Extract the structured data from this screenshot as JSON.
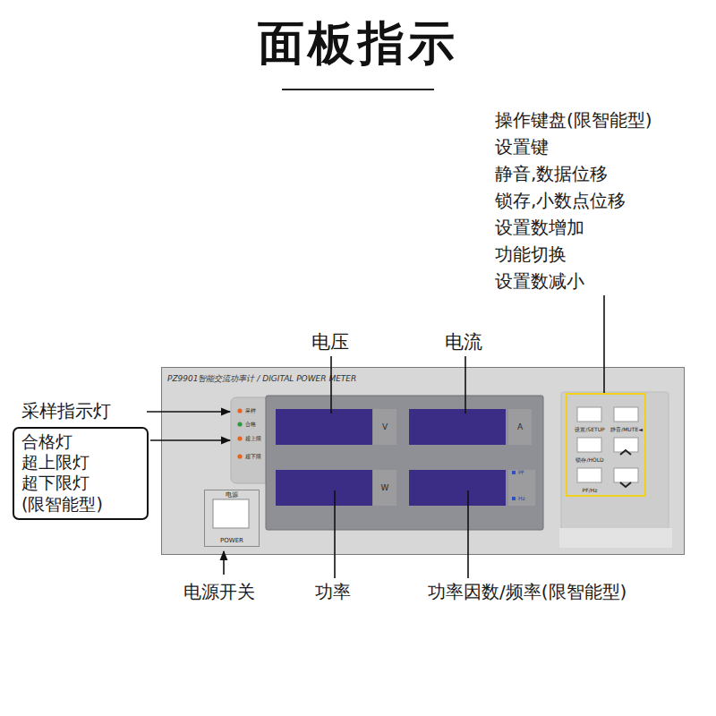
{
  "diagram": {
    "title": "面板指示",
    "nodes": [
      {
        "text": [
          "PZ9901智能交流功率计 / DIGITAL POWER METER"
        ]
      },
      {
        "text": [
          "V"
        ],
        "in": 0
      },
      {
        "text": [
          "A"
        ],
        "in": 0
      },
      {
        "text": [
          "W"
        ],
        "in": 0
      },
      {
        "text": [
          "电源",
          "POWER"
        ],
        "in": 0
      },
      {
        "text": [
          "设置/SETUP"
        ],
        "in": 0
      },
      {
        "text": [
          "静音/MUTE◄"
        ],
        "in": 0
      },
      {
        "text": [
          "锁存/HOLD"
        ],
        "in": 0
      },
      {
        "text": [
          "PF/Hz"
        ],
        "in": 0
      },
      {
        "text": [
          "合格灯 超上限灯 超下限灯 (限智能型)"
        ]
      }
    ],
    "labels": [
      "电压",
      "电流",
      "采样指示灯",
      "电源开关",
      "功率",
      "功率因数/频率(限智能型)",
      "操作键盘(限智能型)",
      "设置键",
      "静音,数据位移",
      "锁存,小数点位移",
      "设置数增加",
      "功能切换",
      "设置数减小",
      "采样",
      "合格",
      "超上限",
      "超下限",
      "PF",
      "Hz"
    ]
  }
}
